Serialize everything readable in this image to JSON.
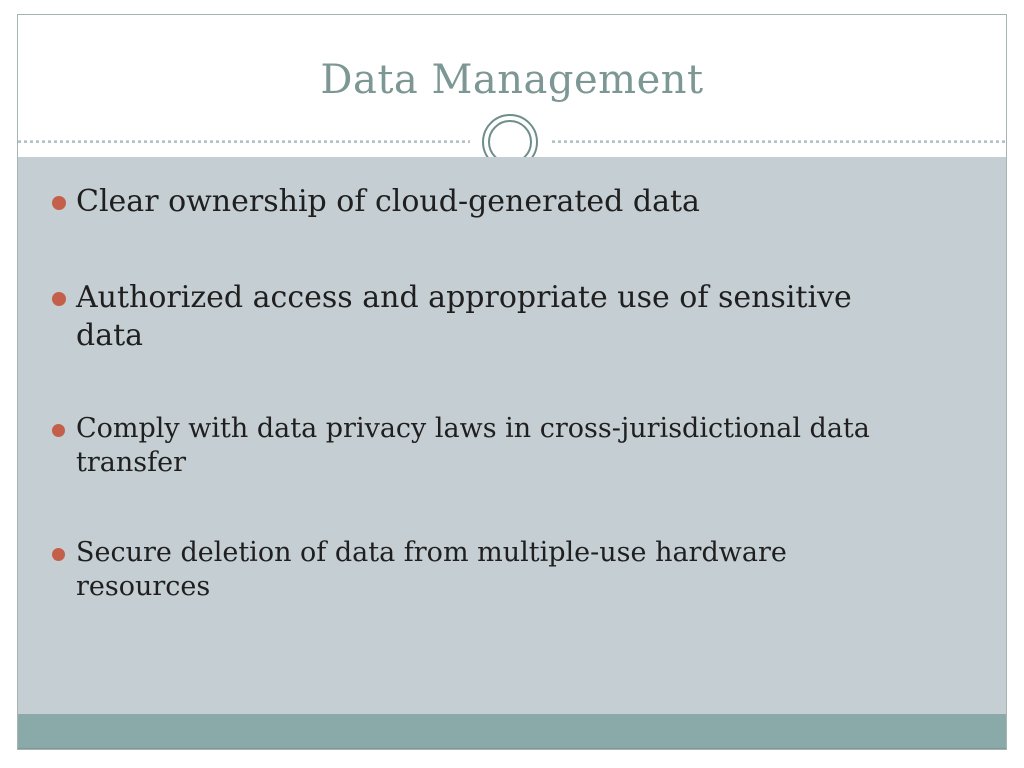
{
  "slide": {
    "title": "Data Management",
    "bullets": [
      {
        "text": "Clear ownership of cloud-generated data",
        "size": "large"
      },
      {
        "text": "Authorized access and appropriate use of sensitive\ndata",
        "size": "large"
      },
      {
        "text": "Comply with data privacy laws in cross-jurisdictional data\ntransfer",
        "size": "small"
      },
      {
        "text": "Secure deletion of data from multiple-use hardware\nresources",
        "size": "small"
      }
    ],
    "ornament": "double-ring-circle",
    "colors": {
      "title_text": "#7c9794",
      "body_background": "#c5ced3",
      "footer_band": "#8aa9a9",
      "bullet_dot": "#c4604a",
      "body_text": "#1f1f1f",
      "ring": "#6e8e8b",
      "slide_border": "#a8b3b4",
      "divider_dash": "#b5c2c4"
    }
  }
}
